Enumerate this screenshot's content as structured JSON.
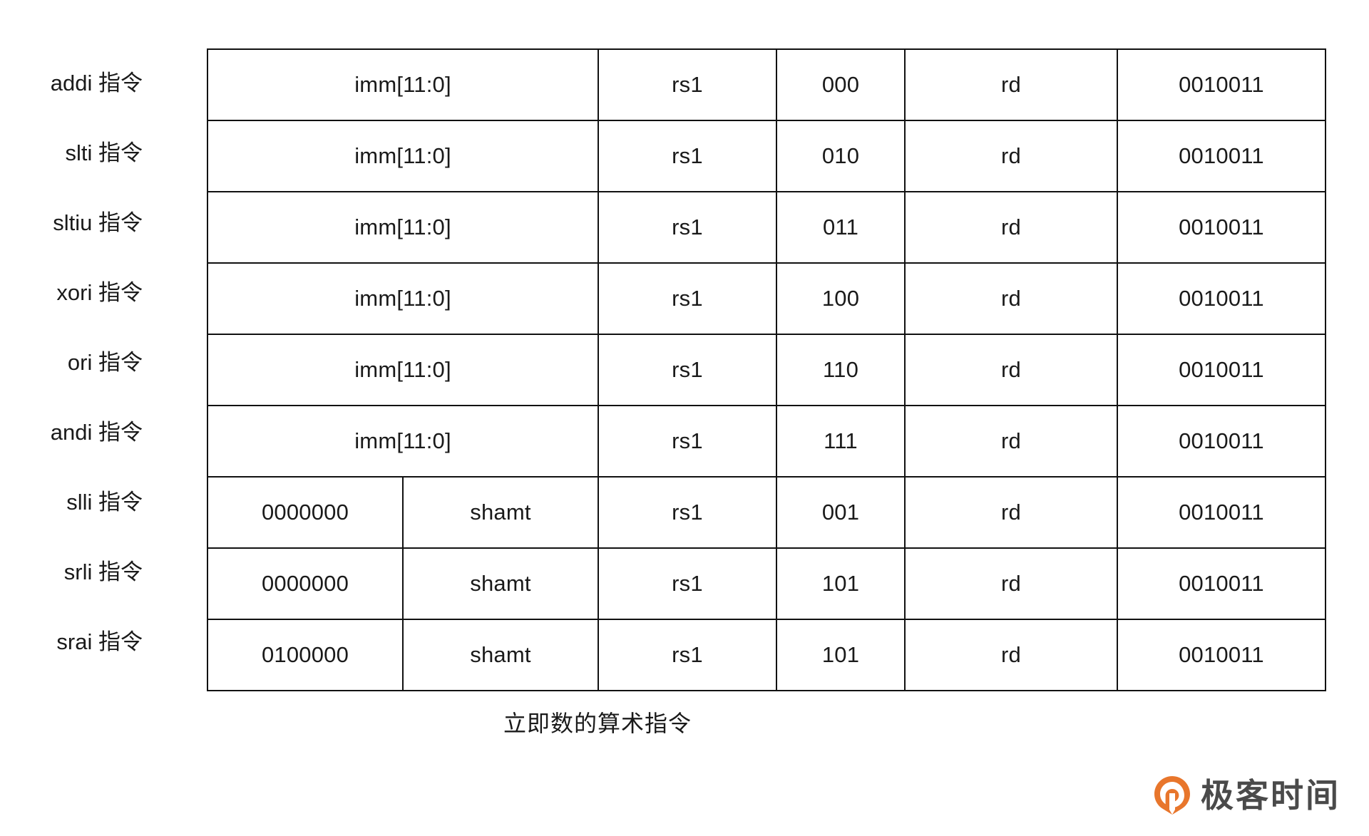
{
  "figure": {
    "caption": "立即数的算术指令"
  },
  "colors": {
    "imm_fill": "#f2cfcf",
    "shamt_fill": "#d5e4ea",
    "cell_fill": "#ffffff",
    "border": "#111111",
    "text": "#1a1a1a",
    "logo_orange": "#e8762c",
    "logo_text": "#4a4a4a"
  },
  "table": {
    "rows": [
      {
        "label": "addi 指令",
        "layout": "imm",
        "imm": "imm[11:0]",
        "rs1": "rs1",
        "funct3": "000",
        "rd": "rd",
        "opcode": "0010011"
      },
      {
        "label": "slti 指令",
        "layout": "imm",
        "imm": "imm[11:0]",
        "rs1": "rs1",
        "funct3": "010",
        "rd": "rd",
        "opcode": "0010011"
      },
      {
        "label": "sltiu 指令",
        "layout": "imm",
        "imm": "imm[11:0]",
        "rs1": "rs1",
        "funct3": "011",
        "rd": "rd",
        "opcode": "0010011"
      },
      {
        "label": "xori 指令",
        "layout": "imm",
        "imm": "imm[11:0]",
        "rs1": "rs1",
        "funct3": "100",
        "rd": "rd",
        "opcode": "0010011"
      },
      {
        "label": "ori 指令",
        "layout": "imm",
        "imm": "imm[11:0]",
        "rs1": "rs1",
        "funct3": "110",
        "rd": "rd",
        "opcode": "0010011"
      },
      {
        "label": "andi 指令",
        "layout": "imm",
        "imm": "imm[11:0]",
        "rs1": "rs1",
        "funct3": "111",
        "rd": "rd",
        "opcode": "0010011"
      },
      {
        "label": "slli 指令",
        "layout": "shamt",
        "funct7": "0000000",
        "shamt": "shamt",
        "rs1": "rs1",
        "funct3": "001",
        "rd": "rd",
        "opcode": "0010011"
      },
      {
        "label": "srli 指令",
        "layout": "shamt",
        "funct7": "0000000",
        "shamt": "shamt",
        "rs1": "rs1",
        "funct3": "101",
        "rd": "rd",
        "opcode": "0010011"
      },
      {
        "label": "srai 指令",
        "layout": "shamt",
        "funct7": "0100000",
        "shamt": "shamt",
        "rs1": "rs1",
        "funct3": "101",
        "rd": "rd",
        "opcode": "0010011"
      }
    ]
  },
  "watermark": {
    "brand": "极客时间",
    "mark": "geek-time-logo-icon"
  }
}
